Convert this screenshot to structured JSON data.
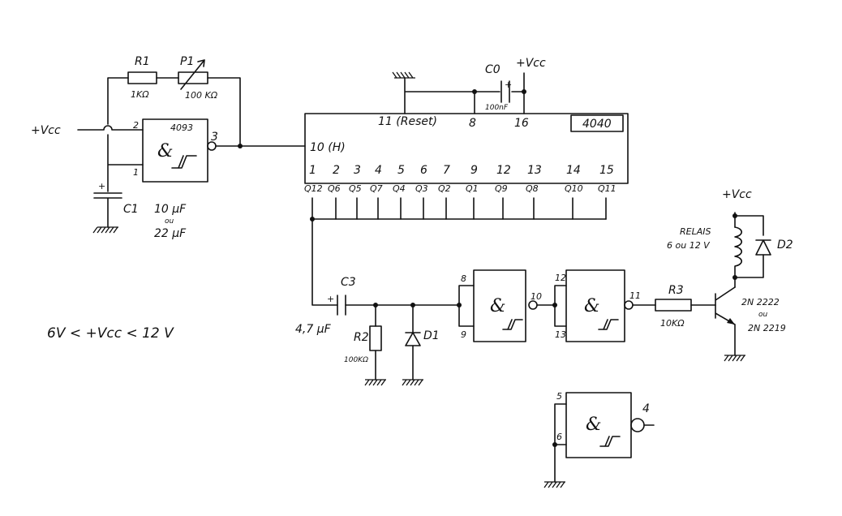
{
  "supply": {
    "vcc_left": "+Vcc",
    "vcc_c0": "+Vcc",
    "vcc_relay": "+Vcc",
    "range": "6V < +Vcc < 12 V"
  },
  "oscillator": {
    "gate_chip": "4093",
    "pin_in_a": "2",
    "pin_in_b": "1",
    "pin_out": "3",
    "r1_label": "R1",
    "r1_value": "1KΩ",
    "p1_label": "P1",
    "p1_value": "100 KΩ",
    "c1_label": "C1",
    "c1_value_1": "10 μF",
    "c1_or": "ou",
    "c1_value_2": "22 μF"
  },
  "counter": {
    "chip": "4040",
    "pin_reset": "11 (Reset)",
    "pin_gnd": "8",
    "pin_vcc": "16",
    "pin_clock": "10 (H)",
    "c0_label": "C0",
    "c0_value": "100nF",
    "pins": [
      "1",
      "2",
      "3",
      "4",
      "5",
      "6",
      "7",
      "9",
      "12",
      "13",
      "14",
      "15"
    ],
    "outputs": [
      "Q12",
      "Q6",
      "Q5",
      "Q7",
      "Q4",
      "Q3",
      "Q2",
      "Q1",
      "Q9",
      "Q8",
      "Q10",
      "Q11"
    ]
  },
  "pulse": {
    "c3_label": "C3",
    "c3_value": "4,7 μF",
    "r2_label": "R2",
    "r2_value": "100KΩ",
    "d1_label": "D1"
  },
  "gates": {
    "g2_pin_a": "8",
    "g2_pin_b": "9",
    "g2_pin_out": "10",
    "g3_pin_a": "12",
    "g3_pin_b": "13",
    "g3_pin_out": "11",
    "g4_pin_a": "5",
    "g4_pin_b": "6",
    "g4_pin_out": "4",
    "symbol": "&"
  },
  "driver": {
    "r3_label": "R3",
    "r3_value": "10KΩ",
    "transistor_1": "2N 2222",
    "transistor_or": "ou",
    "transistor_2": "2N 2219",
    "relay_label": "RELAIS",
    "relay_value": "6 ou 12 V",
    "d2_label": "D2"
  }
}
